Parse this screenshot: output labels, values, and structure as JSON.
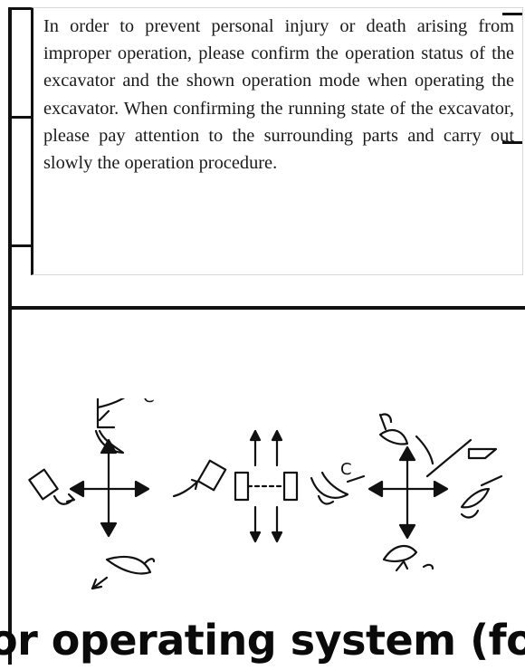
{
  "warning": {
    "text": "In order to prevent personal injury or death arising from improper operation, please confirm the operation status of the excavator and the shown operation mode when operating the excavator. When confirming the running state of the excavator, please pay attention to the surrounding parts and carry out slowly the operation procedure."
  },
  "diagram": {
    "left_group_label": "C",
    "right_group_label": "C",
    "icons": [
      "arm-bucket-icon",
      "control-lever-cross-icon",
      "travel-lever-icon",
      "boom-swing-icon"
    ]
  },
  "footer": {
    "title": "or operating system (fore"
  }
}
